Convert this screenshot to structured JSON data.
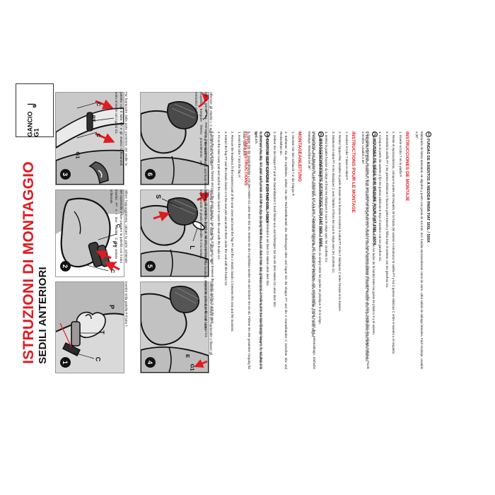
{
  "document": {
    "title_main": "ISTRUZIONI DI MONTAGGIO",
    "title_sub": "SEDILI ANTERIORI",
    "accent_color": "#e01b22",
    "ink_color": "#111111"
  },
  "legend": {
    "label_line1": "GANCIO",
    "label_line2": "G1",
    "icon": "hook-icon"
  },
  "panels": [
    {
      "number": "1",
      "labels": [
        "T",
        "C",
        "P"
      ],
      "caption": "Inserire nella pattella P il tubo T."
    },
    {
      "number": "2",
      "labels": [
        "C",
        "PT",
        "C"
      ],
      "caption": "Sfilare l'appoggiatesta, calzare la parte schienale del coprisedile e fare passare la pattella con il tubo inserito PT e i due elastici C tra seduta e schienale."
    },
    {
      "number": "3",
      "labels": [
        "C",
        "PT",
        "C",
        "G1"
      ],
      "caption": "Far fuoriuscire dalla parte posteriore del sedile la pattella con il tubo PT e gli elastici C fissandoli sotto al sedile con i ganci G1."
    },
    {
      "number": "4",
      "labels": [
        "E",
        "G1"
      ],
      "caption": "Calzare la parte seduta del coprisedile e fissare gli elastici E sotto al sedile con i ganci G1."
    },
    {
      "number": "5",
      "labels": [
        "S",
        "L"
      ],
      "caption": "Spostare totalmente il sedile in avanti e far passare gli elastici L (posti ai lati del coprisedile) tra le sponde in plastica del sedile S e la seduta."
    },
    {
      "number": "6",
      "labels": [],
      "caption": "Afferrare gli elastici L e agganciarli sotto al sedile con il gancio G1. Reinserire l'appoggiatesta e ricoprirlo. Eseguire l'intero procedimento per entrambi i sedili."
    }
  ],
  "languages": [
    {
      "flag": "GB",
      "title": "CUSTOM SEAT COVERS FOR FIAT 500L / 500X",
      "body": "Crafted workmanship, in cotton and knit with 3,5 mm sponge padding. With headrest covers, side airbag output zones. Free and of the side airbags. Easy to fit. Washable at 30°.",
      "steps_title": "FITTING INSTRUCTIONS",
      "steps": [
        "1. Insert the tube T into the flap P.",
        "2. Remove the headrest, fit the backrest part of the seat cover and insert the flap PT and the 2 elastic bands C between the seat and the backrest.",
        "3. Extract the flap PT and the elastic bands C to the rear part and anchor them under the seat with the hooks G1.",
        "4. Fit on the seat cover part and anchor the elastic bands E under the seat with the hooks G1.",
        "5. Move the seat all the way forward and pass the elastic bands L (on the sides of the seat cover) between the plastic guides S and the seat.",
        "6. Grip the elastic bands L and hook them under the seat with the hook G1. Refit and re-cover the headrest. Repeat the procedure for both seats."
      ]
    },
    {
      "flag": "DE",
      "title": "MASSGESCHNEIDERTE SITZBEZÜGE FÜR FIAT 500L / 500X",
      "body": "Handgefertigt, aus Baumwolle und Strickstoff, mit 3,5 mm Schwammpolsterung. Mit Kopfstützenbezügen, wie serienmäßig. Freier Austritt des Seitenairbags. Einfache Montage. Waschbar bei 30°.",
      "steps_title": "MONTAGEANLEITUNG",
      "steps": [
        "1. Stecken Sie den Schlauch T in die Klappe P.",
        "2. Entfernen Sie die Kopfstütze, ziehen Sie den Rückenlehnenteil des Sitzbezuges über und legen Sie die Klappe PT und die 2 Gummibänder C zwischen Sitz und Rückenlehne ein.",
        "3. Ziehen Sie die Klappe PT und die Gummibänder C nach hinten aus und befestigen Sie sie mit dem Haken G1 unter dem Sitz.",
        "4. Ziehen Sie das Sitzbezugsteil über und befestigen Sie die Gummibänder E mit dem G1 Haken unter dem Sitz.",
        "5. Bewegen Sie den Sitz ganz nach vorne und führen Sie die Gummibänder L (an den Seiten des Sitzbezuges) zwischen den Kunststoffverkleidungen S und dem Sitz hindurch.",
        "6. Haken Sie die Gummibänder L mit dem Haken G1 unter dem Sitz ein. Setzen Sie die Kopfstütze wieder ein und decken Sie sie ab. Führen Sie den gesamten Vorgang für beide Sitze durch."
      ]
    },
    {
      "flag": "FR",
      "title": "HOUSSES DE SIÈGE SUR MESURE POUR FIAT 500L / 500X",
      "body": "Fabrication artisanale, en coton et tricot avec rembourrage en éponge de 3,5 mm. Avec housses d'appui-tête comme celles de série. Sortie libre des airbags latéraux. Facile à monter. Lavable à 30°.",
      "steps_title": "INSTRUCTIONS POUR LE MONTAGE",
      "steps": [
        "1. Insérez le tube T dans le rabat P.",
        "2. Retirez l'appui-tête, installez la partie dossier de la housse et insérez le rabat PT et les 2 élastiques C entre l'assise et le dossier.",
        "3. Déplacez le rabat PT et les élastiques C vers l'arrière et fixez-les sous le siège avec les crochets G1.",
        "4. Mettez la partie housse du siège et fixez les élastiques E sous le siège avec les crochets G1.",
        "5. Avancer complètement le siège et passer les élastiques L (sur les côtés de la housse du siège) entre les guides en plastique S et le siège.",
        "6. Accrochez les élastiques L sous l'assise avec le crochet G1. Réinsérez l'appui-tête et couvrez-le. Effectuez toute la procédure pour les deux sièges."
      ]
    },
    {
      "flag": "ES",
      "title": "FUNDAS DE ASIENTOS A MEDIDA PARA FIAT 500L / 500X",
      "body": "Elaborado de forma artesanal, en algodón y punto con guata de 3,5 mm. Incl. fundas reposacabezas como de serie. Libre salida de airbags laterales. Fácil montaje. Lavable a 30°.",
      "steps_title": "INSTRUCCIONES DE MONTAJE",
      "steps": [
        "1. Inserte el tubo T en la varilla P.",
        "2. Retire el reposacabezas, coloque la parte del respaldo de la funda del asiento e introduzca la varilla PT y las 2 gomas elásticas C entre el asiento y el respaldo.",
        "3. Extienda la varilla PT y las gomas elásticas C hacia la parte trasera y fiélas bajo el asiento con los ganchos G1.",
        "4. Coloque la parte del asiento y fije las gomas elásticas E bajo el asiento con los ganchos G1.",
        "5. Mueva el asiento completamente hacia adelante y pase las gomas elásticas L (en los lados de la funda) entre las guías de plástico S y el asiento.",
        "6. Enganche las gomas elásticas L bajo el asiento con el gancho G1. Vuelva a colocar el reposacabezas y cúbralo. Realice todo el procedimiento para ambos asientos."
      ]
    }
  ]
}
